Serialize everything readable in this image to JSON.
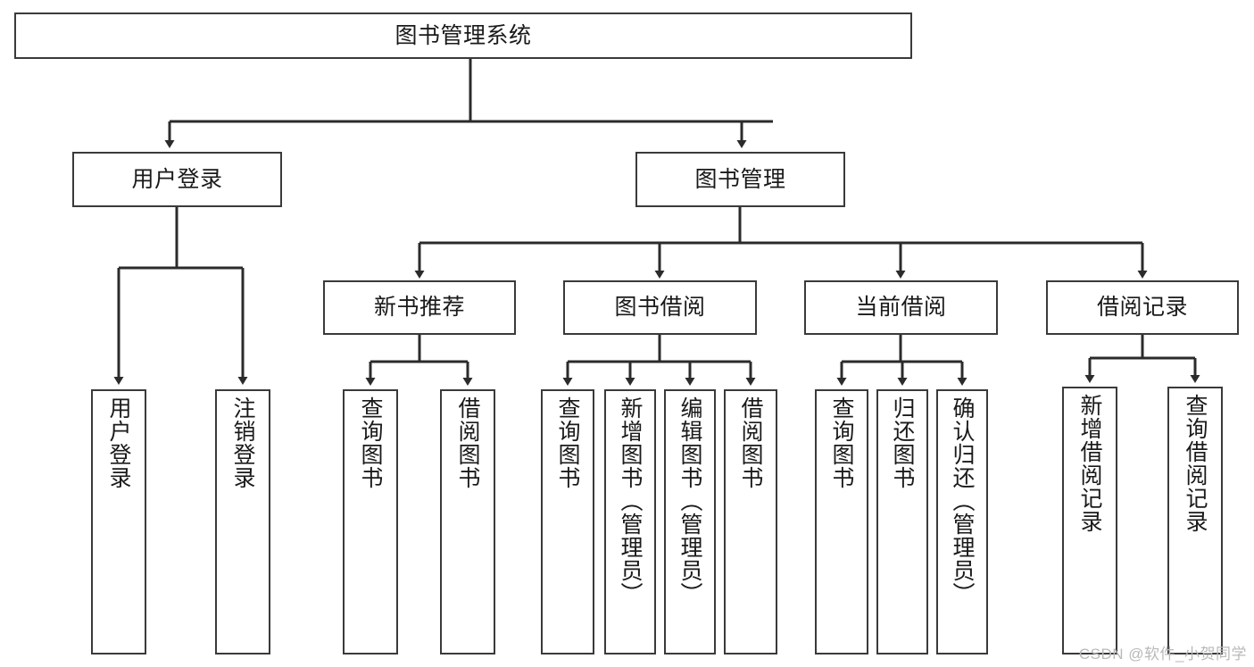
{
  "diagram": {
    "title": "图书管理系统",
    "type": "tree-hierarchy-chart",
    "root": {
      "id": "root",
      "label": "图书管理系统"
    },
    "level2": [
      {
        "id": "user-login",
        "label": "用户登录"
      },
      {
        "id": "book-manage",
        "label": "图书管理"
      }
    ],
    "level3": [
      {
        "id": "new-book-recommend",
        "label": "新书推荐",
        "parent": "book-manage"
      },
      {
        "id": "book-borrow",
        "label": "图书借阅",
        "parent": "book-manage"
      },
      {
        "id": "current-borrow",
        "label": "当前借阅",
        "parent": "book-manage"
      },
      {
        "id": "borrow-record",
        "label": "借阅记录",
        "parent": "book-manage"
      }
    ],
    "leaves": [
      {
        "id": "leaf-user-login",
        "label": "用户登录",
        "parent": "user-login"
      },
      {
        "id": "leaf-logout-login",
        "label": "注销登录",
        "parent": "user-login"
      },
      {
        "id": "leaf-query-book-1",
        "label": "查询图书",
        "parent": "new-book-recommend"
      },
      {
        "id": "leaf-borrow-book-1",
        "label": "借阅图书",
        "parent": "new-book-recommend"
      },
      {
        "id": "leaf-query-book-2",
        "label": "查询图书",
        "parent": "book-borrow"
      },
      {
        "id": "leaf-add-book",
        "label": "新增图书（管理员）",
        "parent": "book-borrow"
      },
      {
        "id": "leaf-edit-book",
        "label": "编辑图书（管理员）",
        "parent": "book-borrow"
      },
      {
        "id": "leaf-borrow-book-2",
        "label": "借阅图书",
        "parent": "book-borrow"
      },
      {
        "id": "leaf-query-book-3",
        "label": "查询图书",
        "parent": "current-borrow"
      },
      {
        "id": "leaf-return-book",
        "label": "归还图书",
        "parent": "current-borrow"
      },
      {
        "id": "leaf-confirm-return",
        "label": "确认归还（管理员）",
        "parent": "current-borrow"
      },
      {
        "id": "leaf-add-record",
        "label": "新增借阅记录",
        "parent": "borrow-record"
      },
      {
        "id": "leaf-query-record",
        "label": "查询借阅记录",
        "parent": "borrow-record"
      }
    ]
  },
  "watermark": {
    "text": "CSDN @软件_小贺同学"
  },
  "colors": {
    "box_border": "#3a3a3a",
    "box_fill": "#ffffff",
    "connector": "#2b2b2b",
    "text": "#1a1a1a",
    "watermark": "#b9b9b9",
    "background": "#ffffff"
  }
}
